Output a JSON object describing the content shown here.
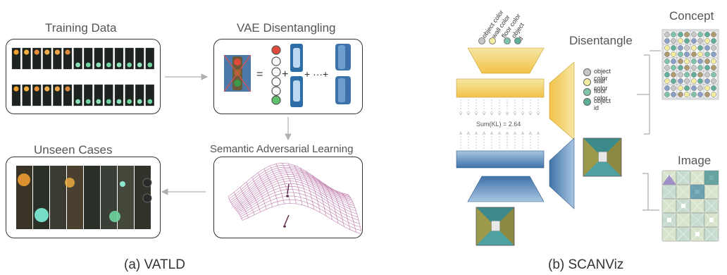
{
  "vatld": {
    "training_title": "Training Data",
    "vae_title": "VAE Disentangling",
    "sal_title": "Semantic Adversarial Learning",
    "unseen_title": "Unseen Cases",
    "caption": "(a) VATLD",
    "equation_symbols": [
      "=",
      "+",
      "+ ···+"
    ]
  },
  "scanviz": {
    "disentangle_title": "Disentangle",
    "concept_title": "Concept",
    "image_title": "Image",
    "kl_label": "Sum(KL) = 2.64",
    "caption": "(b) SCANViz",
    "rotated_labels": [
      "object color",
      "wall color",
      "floor color",
      "object id"
    ],
    "legend": [
      {
        "label": "object color",
        "color": "#c8c8c8"
      },
      {
        "label": "wall color",
        "color": "#f4eda0"
      },
      {
        "label": "floor color",
        "color": "#7fc4a8"
      },
      {
        "label": "object id",
        "color": "#5fae9a"
      }
    ]
  },
  "colors": {
    "gold": "#f1c24a",
    "blue": "#3f72a8",
    "teal": "#5fae9a",
    "mesh": "#b05c9a"
  }
}
